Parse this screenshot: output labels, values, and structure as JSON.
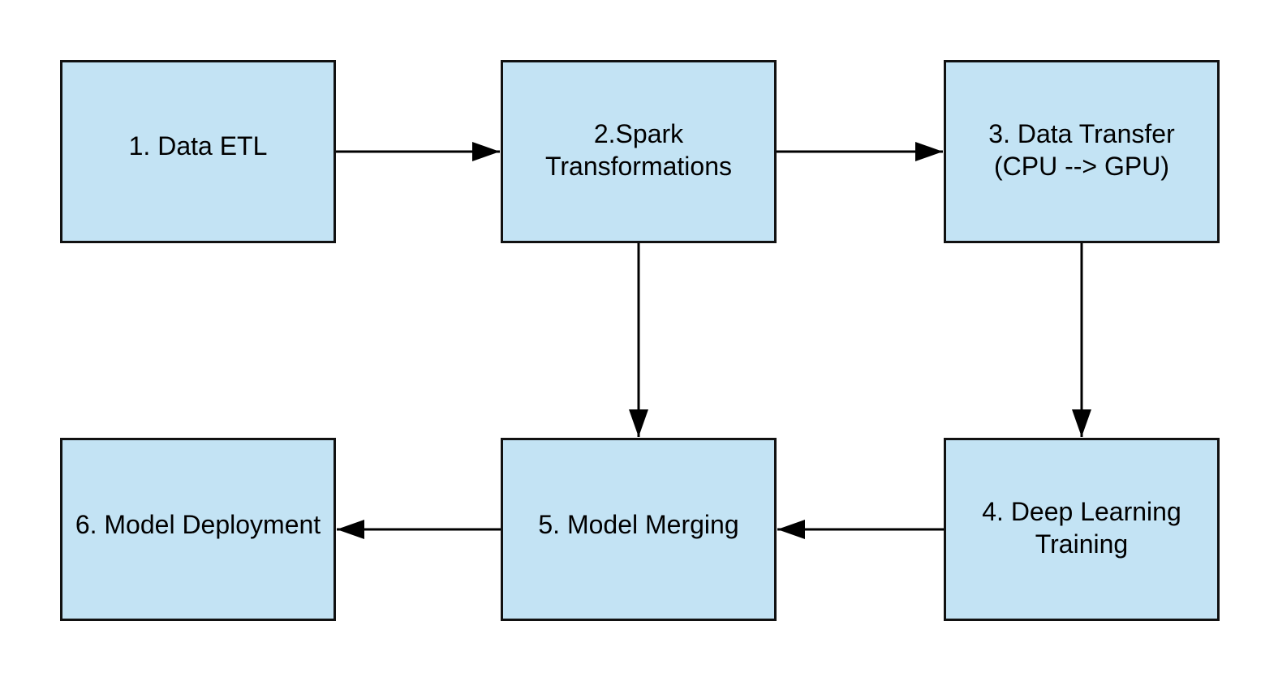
{
  "diagram": {
    "nodes": [
      {
        "id": "n1",
        "label": "1. Data ETL"
      },
      {
        "id": "n2",
        "label": "2.Spark\nTransformations"
      },
      {
        "id": "n3",
        "label": "3. Data Transfer\n(CPU --> GPU)"
      },
      {
        "id": "n4",
        "label": "4. Deep Learning\nTraining"
      },
      {
        "id": "n5",
        "label": "5. Model Merging"
      },
      {
        "id": "n6",
        "label": "6. Model Deployment"
      }
    ],
    "edges": [
      {
        "from": "n1",
        "to": "n2"
      },
      {
        "from": "n2",
        "to": "n3"
      },
      {
        "from": "n2",
        "to": "n5"
      },
      {
        "from": "n3",
        "to": "n4"
      },
      {
        "from": "n4",
        "to": "n5"
      },
      {
        "from": "n5",
        "to": "n6"
      }
    ],
    "colors": {
      "node_fill": "#c3e3f4",
      "node_border": "#111111",
      "edge": "#000000",
      "text": "#000000"
    }
  }
}
